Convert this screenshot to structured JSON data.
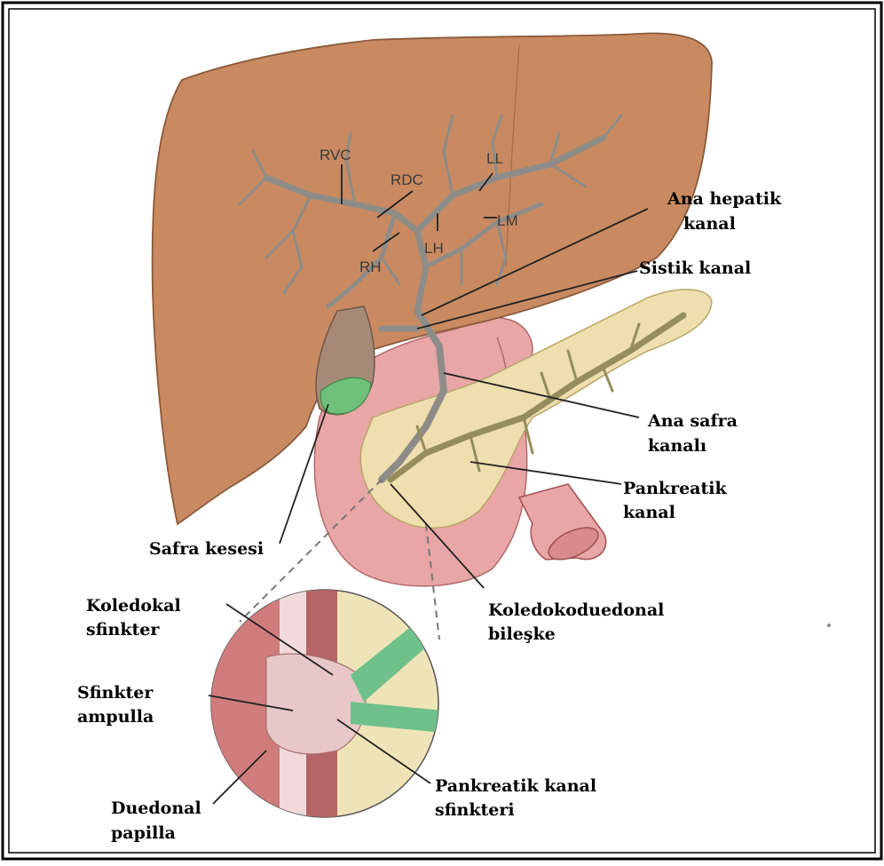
{
  "diagram": {
    "abbreviations": {
      "rvc": "RVC",
      "rdc": "RDC",
      "ll": "LL",
      "lm": "LM",
      "lh": "LH",
      "rh": "RH"
    },
    "labels": {
      "ana_hepatik_1": "Ana hepatik",
      "ana_hepatik_2": "kanal",
      "sistik": "Sistik kanal",
      "ana_safra_1": "Ana safra",
      "ana_safra_2": "kanalı",
      "pankreatik_1": "Pankreatik",
      "pankreatik_2": "kanal",
      "safra_kesesi": "Safra kesesi",
      "koledokoduedonal_1": "Koledokoduedonal",
      "koledokoduedonal_2": "bileşke",
      "koledokal_1": "Koledokal",
      "koledokal_2": "sfinkter",
      "sfinkter_1": "Sfinkter",
      "sfinkter_2": "ampulla",
      "duedonal_1": "Duedonal",
      "duedonal_2": "papilla",
      "pankreatik_sf_1": "Pankreatik kanal",
      "pankreatik_sf_2": "sfinkteri"
    }
  }
}
